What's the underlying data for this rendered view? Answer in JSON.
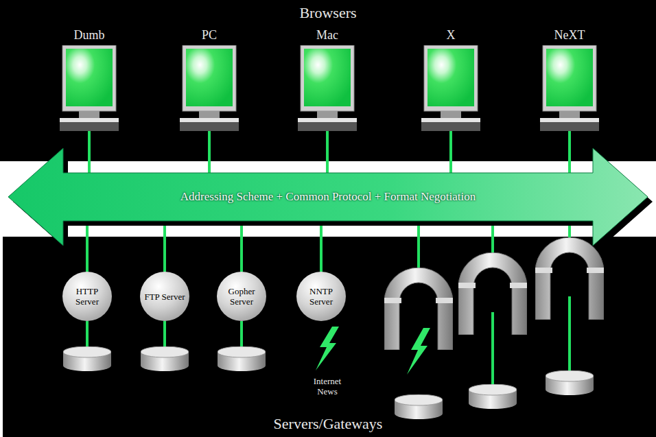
{
  "diagram": {
    "nodes": [
      {
        "text": [
          "Browsers"
        ]
      },
      {
        "text": [
          "Dumb"
        ],
        "in": 0
      },
      {
        "text": [
          "PC"
        ],
        "in": 0
      },
      {
        "text": [
          "Mac"
        ],
        "in": 0
      },
      {
        "text": [
          "X"
        ],
        "in": 0
      },
      {
        "text": [
          "NeXT"
        ],
        "in": 0
      },
      {
        "text": [
          "Addressing Scheme + Common Protocol + Format Negotiation"
        ]
      },
      {
        "text": [
          "Servers/Gateways"
        ]
      },
      {
        "text": [
          "HTTP Server"
        ],
        "in": 7
      },
      {
        "text": [
          "FTP Server"
        ],
        "in": 7
      },
      {
        "text": [
          "Gopher Server"
        ],
        "in": 7
      },
      {
        "text": [
          "NNTP Server"
        ],
        "in": 7
      }
    ],
    "edges": [
      {
        "from": 1,
        "to": 6,
        "arrow": "none"
      },
      {
        "from": 2,
        "to": 6,
        "arrow": "none"
      },
      {
        "from": 3,
        "to": 6,
        "arrow": "none"
      },
      {
        "from": 4,
        "to": 6,
        "arrow": "none"
      },
      {
        "from": 5,
        "to": 6,
        "arrow": "none"
      },
      {
        "from": 6,
        "to": 8,
        "arrow": "none"
      },
      {
        "from": 6,
        "to": 9,
        "arrow": "none"
      },
      {
        "from": 6,
        "to": 10,
        "arrow": "none"
      },
      {
        "from": 6,
        "to": 11,
        "arrow": "none"
      }
    ],
    "labels": [
      "Internet News"
    ]
  }
}
